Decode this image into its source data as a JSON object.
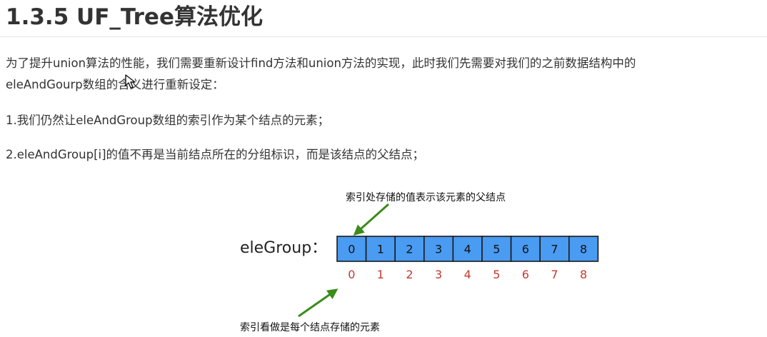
{
  "heading": "1.3.5 UF_Tree算法优化",
  "paragraphs": [
    "为了提升union算法的性能，我们需要重新设计find方法和union方法的实现，此时我们先需要对我们的之前数据结构中的",
    "eleAndGourp数组的含义进行重新设定：",
    "1.我们仍然让eleAndGroup数组的索引作为某个结点的元素；",
    "2.eleAndGroup[i]的值不再是当前结点所在的分组标识，而是该结点的父结点；"
  ],
  "diagram": {
    "array_label": "eleGroup：",
    "cell_values": [
      "0",
      "1",
      "2",
      "3",
      "4",
      "5",
      "6",
      "7",
      "8"
    ],
    "index_labels": [
      "0",
      "1",
      "2",
      "3",
      "4",
      "5",
      "6",
      "7",
      "8"
    ],
    "top_note": "索引处存储的值表示该元素的父结点",
    "bottom_note": "索引看做是每个结点存储的元素",
    "colors": {
      "cell_fill": "#4a9bf2",
      "index_text": "#c23b2e",
      "arrow": "#3b8c1a"
    }
  },
  "icons": {
    "cursor": "mouse-pointer-icon"
  }
}
